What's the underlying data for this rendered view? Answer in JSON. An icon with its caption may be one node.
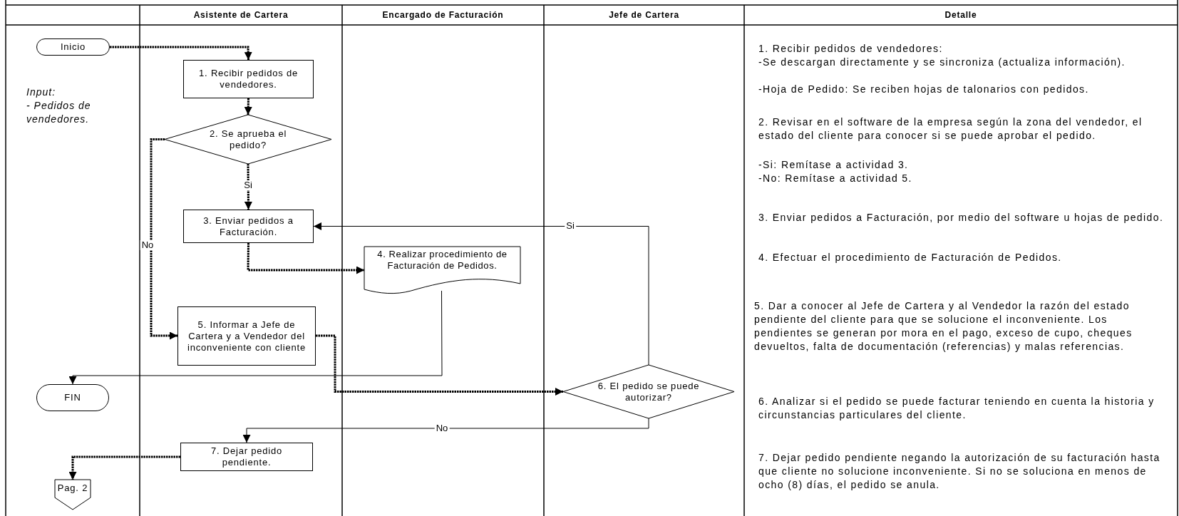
{
  "diagram": {
    "nodes": [
      {
        "text": [
          "Inicio"
        ]
      },
      {
        "text": [
          "1. Recibir pedidos de vendedores."
        ]
      },
      {
        "text": [
          "2. Se aprueba el pedido?"
        ]
      },
      {
        "text": [
          "3. Enviar pedidos a Facturación."
        ]
      },
      {
        "text": [
          "4. Realizar procedimiento de Facturación de Pedidos."
        ]
      },
      {
        "text": [
          "5. Informar a Jefe de Cartera y a Vendedor del inconveniente con cliente"
        ]
      },
      {
        "text": [
          "FIN"
        ]
      },
      {
        "text": [
          "6. El pedido se puede autorizar?"
        ]
      },
      {
        "text": [
          "7.  Dejar pedido pendiente."
        ]
      },
      {
        "text": [
          "Pag. 2"
        ]
      }
    ],
    "edges": [
      {
        "from": 0,
        "to": 1,
        "arrow": "to",
        "style": "dashed"
      },
      {
        "from": 1,
        "to": 2,
        "arrow": "to",
        "style": "dashed"
      },
      {
        "from": 2,
        "to": 3,
        "arrow": "to",
        "style": "dashed",
        "label": "Si"
      },
      {
        "from": 2,
        "to": 5,
        "arrow": "to",
        "style": "dashed",
        "label": "No"
      },
      {
        "from": 3,
        "to": 4,
        "arrow": "to",
        "style": "dashed"
      },
      {
        "from": 4,
        "to": 6,
        "arrow": "to"
      },
      {
        "from": 5,
        "to": 7,
        "arrow": "to",
        "style": "dashed"
      },
      {
        "from": 7,
        "to": 3,
        "arrow": "to",
        "label": "Si"
      },
      {
        "from": 7,
        "to": 8,
        "arrow": "to",
        "label": "No"
      },
      {
        "from": 8,
        "to": 9,
        "arrow": "to",
        "style": "dashed"
      }
    ],
    "labels": [
      "Asistente de Cartera",
      "Encargado de Facturación",
      "Jefe de Cartera",
      "Detalle",
      "Input:",
      "- Pedidos de vendedores.",
      "1. Recibir pedidos de vendedores:",
      "-Se descargan directamente y se sincroniza (actualiza información).",
      "-Hoja de Pedido: Se reciben hojas de talonarios con pedidos.",
      "2. Revisar en el software de la empresa según la zona del vendedor, el estado del cliente para conocer si se puede aprobar el pedido.",
      "-Si: Remítase a actividad 3.",
      "-No: Remítase a actividad 5.",
      "3. Enviar pedidos a Facturación, por medio del software u hojas de pedido.",
      "4. Efectuar el procedimiento de Facturación de Pedidos.",
      "5. Dar a conocer al Jefe de Cartera y al Vendedor la razón del estado pendiente del cliente para que se solucione el inconveniente. Los pendientes se generan por mora en el pago, exceso de cupo, cheques devueltos, falta de documentación (referencias) y malas referencias.",
      "6. Analizar si el pedido se puede facturar teniendo en cuenta la historia y circunstancias particulares del cliente.",
      "7. Dejar pedido pendiente negando la autorización de su facturación hasta que cliente no solucione inconveniente. Si no se soluciona en menos de ocho (8) días, el pedido se anula."
    ]
  }
}
